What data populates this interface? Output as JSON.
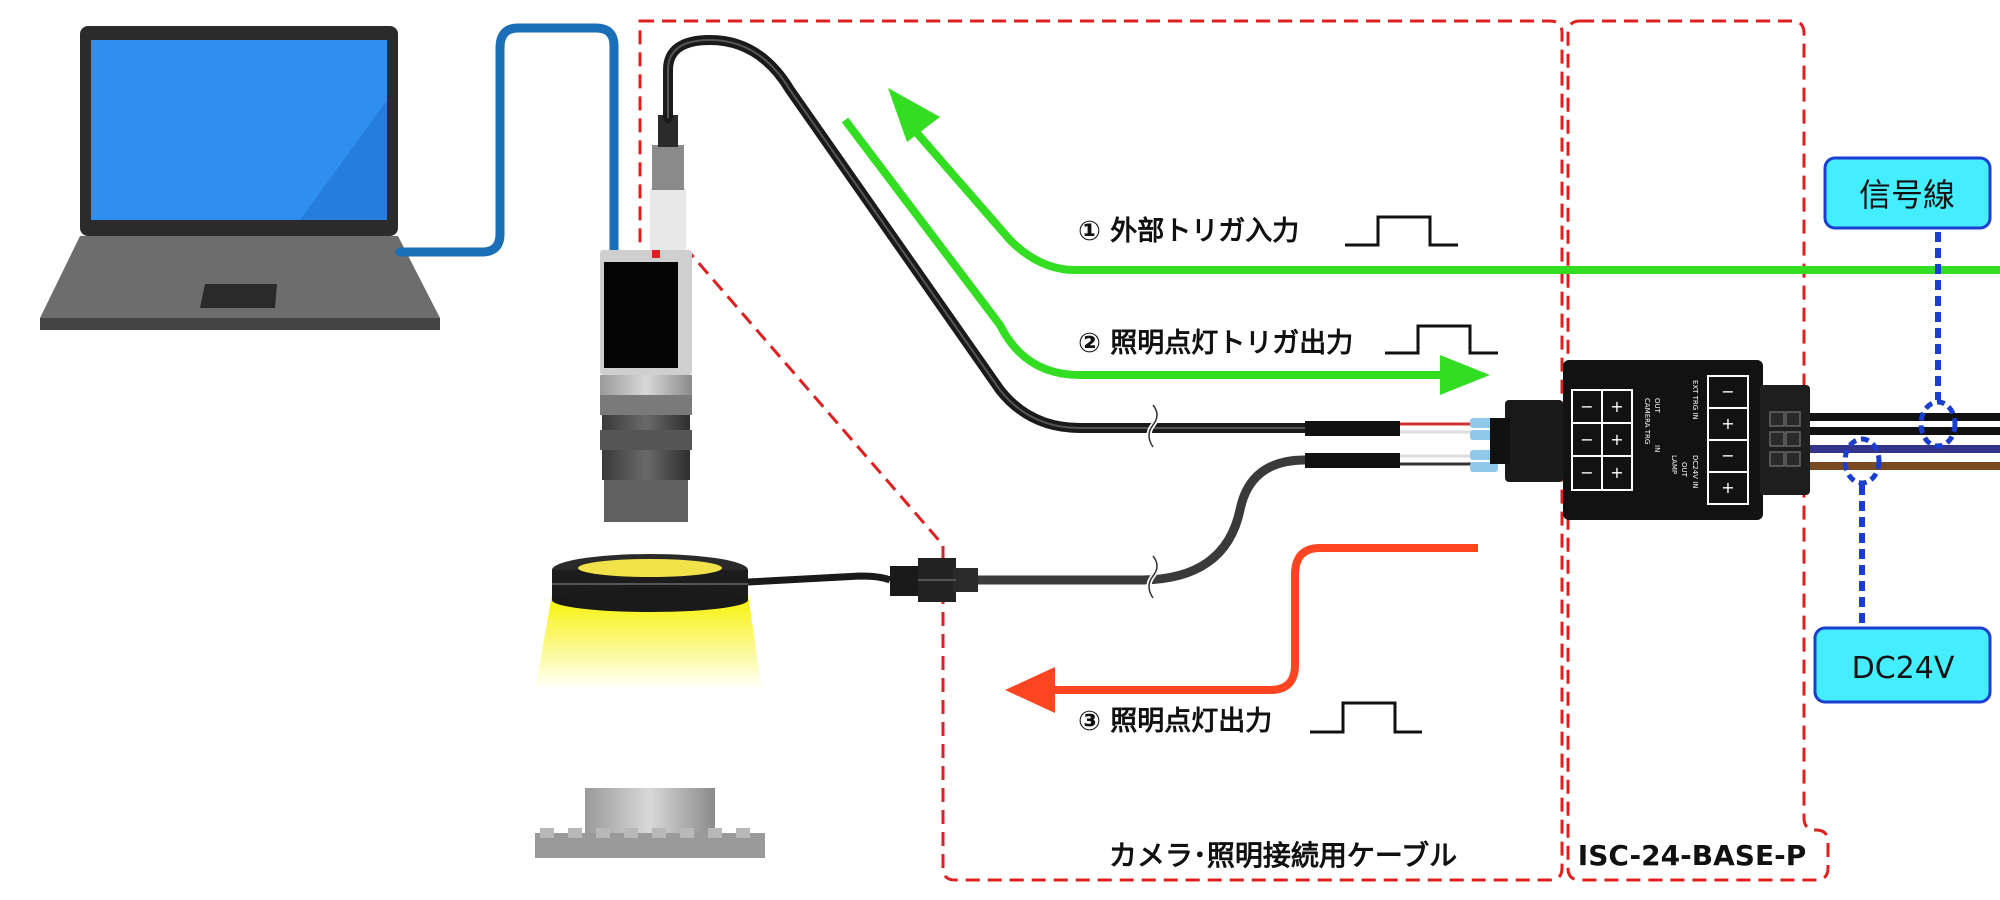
{
  "signals": {
    "trigger_in": "① 外部トリガ入力",
    "light_trigger_out": "② 照明点灯トリガ出力",
    "light_out": "③ 照明点灯出力"
  },
  "regions": {
    "cable": "カメラ･照明接続用ケーブル",
    "controller": "ISC-24-BASE-P"
  },
  "boxes": {
    "signal_line": "信号線",
    "power": "DC24V"
  },
  "terminal_labels": {
    "camera_trg": "CAMERA TRG",
    "out": "OUT",
    "in": "IN",
    "lamp": "LAMP",
    "out2": "OUT",
    "dc24v": "DC24V IN",
    "ext": "EXT TRG IN"
  },
  "colors": {
    "green_arrow": "#33dd22",
    "red_arrow": "#ff4422",
    "dashed_frame": "#e02020",
    "box_fill": "#44eeff",
    "box_border": "#1a3fd0",
    "usb_cable": "#1a6fb8"
  }
}
